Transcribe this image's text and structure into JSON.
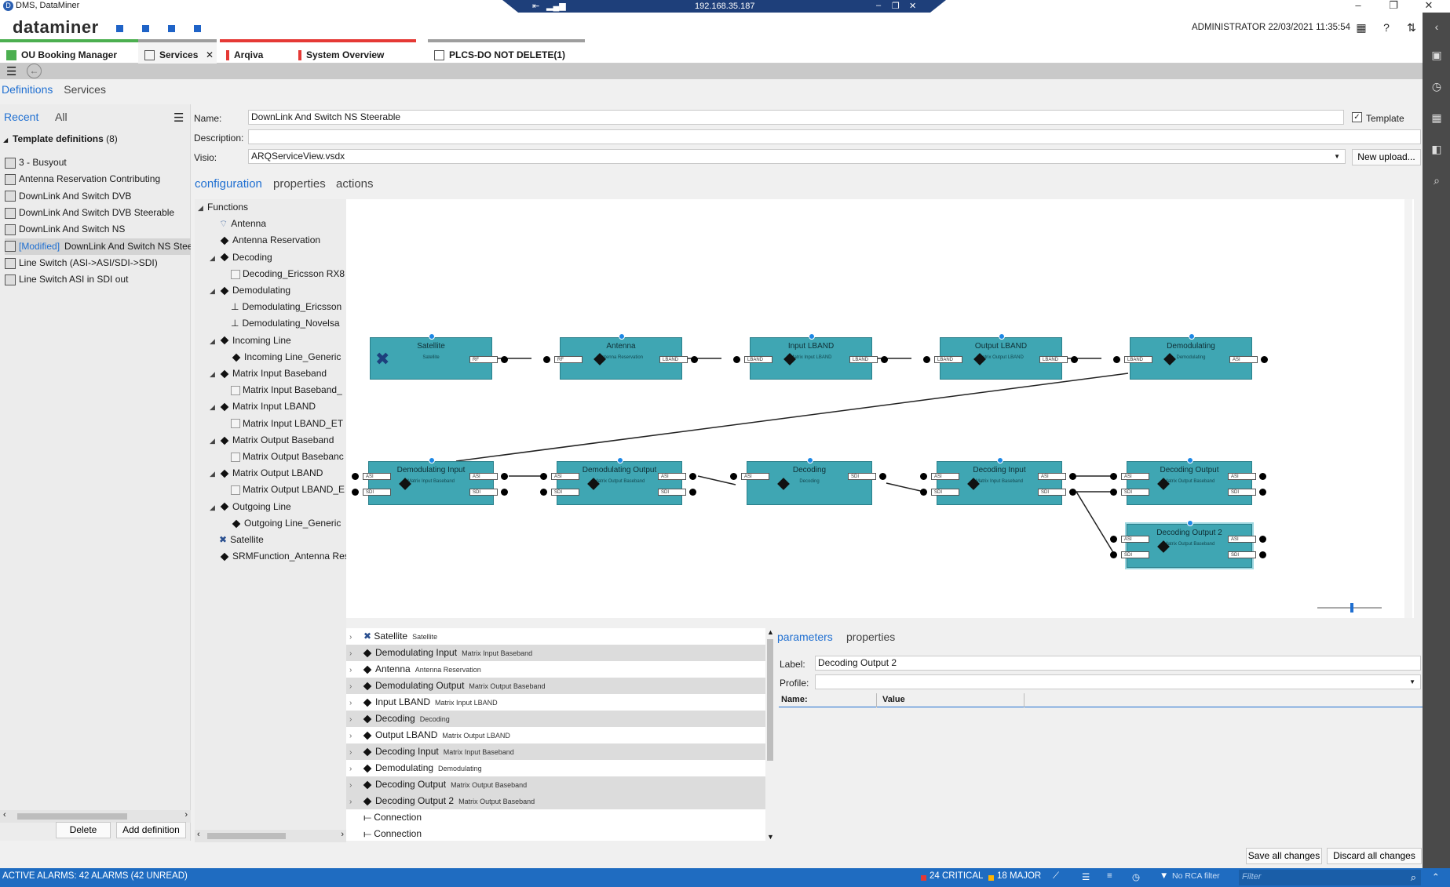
{
  "window": {
    "title": "DMS, DataMiner",
    "remote_ip": "192.168.35.187"
  },
  "header": {
    "logo": "dataminer",
    "user_datetime": "ADMINISTRATOR 22/03/2021 11:35:54"
  },
  "tabs": [
    {
      "label": "OU Booking Manager",
      "color": "#4caf50"
    },
    {
      "label": "Services",
      "color": "#9e9e9e"
    },
    {
      "label": "Arqiva",
      "color": "#e53935"
    },
    {
      "label": "System Overview",
      "color": "#e53935"
    },
    {
      "label": "PLCS-DO NOT DELETE(1)",
      "color": "#9e9e9e"
    }
  ],
  "breadcrumb": {
    "first": "Definitions",
    "second": "Services"
  },
  "left": {
    "tab_recent": "Recent",
    "tab_all": "All",
    "header": "Template definitions",
    "count": "(8)",
    "items": [
      "3 - Busyout",
      "Antenna Reservation Contributing",
      "DownLink And Switch DVB",
      "DownLink And Switch DVB Steerable",
      "DownLink And Switch NS",
      "DownLink And Switch NS Steerable",
      "Line Switch (ASI->ASI/SDI->SDI)",
      "Line Switch ASI in SDI out"
    ],
    "modified_tag": "[Modified]",
    "delete_label": "Delete",
    "add_label": "Add definition"
  },
  "form": {
    "name_label": "Name:",
    "name_value": "DownLink And Switch NS Steerable",
    "desc_label": "Description:",
    "desc_value": "",
    "visio_label": "Visio:",
    "visio_value": "ARQServiceView.vsdx",
    "template_label": "Template",
    "upload_label": "New upload..."
  },
  "subtabs": {
    "configuration": "configuration",
    "properties": "properties",
    "actions": "actions"
  },
  "tree": [
    {
      "label": "Functions",
      "level": 0,
      "kind": "root"
    },
    {
      "label": "Antenna",
      "level": 1,
      "kind": "antenna"
    },
    {
      "label": "Antenna Reservation",
      "level": 1,
      "kind": "fn"
    },
    {
      "label": "Decoding",
      "level": 1,
      "kind": "group"
    },
    {
      "label": "Decoding_Ericsson RX8",
      "level": 2,
      "kind": "doc"
    },
    {
      "label": "Demodulating",
      "level": 1,
      "kind": "group"
    },
    {
      "label": "Demodulating_Ericsson",
      "level": 2,
      "kind": "tri"
    },
    {
      "label": "Demodulating_Novelsa",
      "level": 2,
      "kind": "tri"
    },
    {
      "label": "Incoming Line",
      "level": 1,
      "kind": "group"
    },
    {
      "label": "Incoming Line_Generic",
      "level": 2,
      "kind": "fn"
    },
    {
      "label": "Matrix Input Baseband",
      "level": 1,
      "kind": "group"
    },
    {
      "label": "Matrix Input Baseband_",
      "level": 2,
      "kind": "grid"
    },
    {
      "label": "Matrix Input LBAND",
      "level": 1,
      "kind": "group"
    },
    {
      "label": "Matrix Input LBAND_ET",
      "level": 2,
      "kind": "grid"
    },
    {
      "label": "Matrix Output Baseband",
      "level": 1,
      "kind": "group"
    },
    {
      "label": "Matrix Output Basebanc",
      "level": 2,
      "kind": "grid"
    },
    {
      "label": "Matrix Output LBAND",
      "level": 1,
      "kind": "group"
    },
    {
      "label": "Matrix Output LBAND_E",
      "level": 2,
      "kind": "grid"
    },
    {
      "label": "Outgoing Line",
      "level": 1,
      "kind": "group"
    },
    {
      "label": "Outgoing Line_Generic",
      "level": 2,
      "kind": "fn"
    },
    {
      "label": "Satellite",
      "level": 1,
      "kind": "sat"
    },
    {
      "label": "SRMFunction_Antenna Res",
      "level": 1,
      "kind": "fn"
    }
  ],
  "diagram": {
    "row1": [
      {
        "title": "Satellite",
        "sub": "Satellite",
        "in": "",
        "out": "RF"
      },
      {
        "title": "Antenna",
        "sub": "Antenna Reservation",
        "in": "RF",
        "out": "LBAND"
      },
      {
        "title": "Input LBAND",
        "sub": "Matrix Input LBAND",
        "in": "LBAND",
        "out": "LBAND"
      },
      {
        "title": "Output LBAND",
        "sub": "Matrix Output LBAND",
        "in": "LBAND",
        "out": "LBAND"
      },
      {
        "title": "Demodulating",
        "sub": "Demodulating",
        "in": "LBAND",
        "out": "ASI"
      }
    ],
    "row2": [
      {
        "title": "Demodulating Input",
        "sub": "Matrix Input Baseband",
        "in1": "ASI",
        "in2": "SDI",
        "out1": "ASI",
        "out2": "SDI"
      },
      {
        "title": "Demodulating Output",
        "sub": "Matrix Output Baseband",
        "in1": "ASI",
        "in2": "SDI",
        "out1": "ASI",
        "out2": "SDI"
      },
      {
        "title": "Decoding",
        "sub": "Decoding",
        "in1": "ASI",
        "in2": "",
        "out1": "SDI",
        "out2": ""
      },
      {
        "title": "Decoding Input",
        "sub": "Matrix Input Baseband",
        "in1": "ASI",
        "in2": "SDI",
        "out1": "ASI",
        "out2": "SDI"
      },
      {
        "title": "Decoding Output",
        "sub": "Matrix Output Baseband",
        "in1": "ASI",
        "in2": "SDI",
        "out1": "ASI",
        "out2": "SDI"
      }
    ],
    "row3": {
      "title": "Decoding Output 2",
      "sub": "Matrix Output Baseband",
      "in1": "ASI",
      "in2": "SDI",
      "out1": "ASI",
      "out2": "SDI"
    }
  },
  "bottom_list": [
    {
      "label": "Satellite",
      "sub": "Satellite",
      "kind": "sat",
      "alt": false
    },
    {
      "label": "Demodulating Input",
      "sub": "Matrix Input Baseband",
      "kind": "fn",
      "alt": true
    },
    {
      "label": "Antenna",
      "sub": "Antenna Reservation",
      "kind": "fn",
      "alt": false
    },
    {
      "label": "Demodulating Output",
      "sub": "Matrix Output Baseband",
      "kind": "fn",
      "alt": true
    },
    {
      "label": "Input LBAND",
      "sub": "Matrix Input LBAND",
      "kind": "fn",
      "alt": false
    },
    {
      "label": "Decoding",
      "sub": "Decoding",
      "kind": "fn",
      "alt": true
    },
    {
      "label": "Output LBAND",
      "sub": "Matrix Output LBAND",
      "kind": "fn",
      "alt": false
    },
    {
      "label": "Decoding Input",
      "sub": "Matrix Input Baseband",
      "kind": "fn",
      "alt": true
    },
    {
      "label": "Demodulating",
      "sub": "Demodulating",
      "kind": "fn",
      "alt": false
    },
    {
      "label": "Decoding Output",
      "sub": "Matrix Output Baseband",
      "kind": "fn",
      "alt": true
    },
    {
      "label": "Decoding Output 2",
      "sub": "Matrix Output Baseband",
      "kind": "fn",
      "alt": true
    },
    {
      "label": "Connection",
      "sub": "",
      "kind": "conn",
      "alt": false
    },
    {
      "label": "Connection",
      "sub": "",
      "kind": "conn",
      "alt": false
    }
  ],
  "params": {
    "tab_parameters": "parameters",
    "tab_properties": "properties",
    "label_label": "Label:",
    "label_value": "Decoding Output 2",
    "profile_label": "Profile:",
    "profile_value": "",
    "col_name": "Name:",
    "col_value": "Value"
  },
  "footer": {
    "save": "Save all changes",
    "discard": "Discard all changes"
  },
  "status": {
    "alarms": "ACTIVE ALARMS: 42 ALARMS (42 UNREAD)",
    "critical": "24 CRITICAL",
    "major": "18 MAJOR",
    "rca": "No RCA filter",
    "filter_placeholder": "Filter",
    "critical_color": "#e53935",
    "major_color": "#ffb300"
  },
  "colors": {
    "accent": "#1f6fd1",
    "node": "#3fa6b3",
    "status": "#1f6cc1"
  }
}
